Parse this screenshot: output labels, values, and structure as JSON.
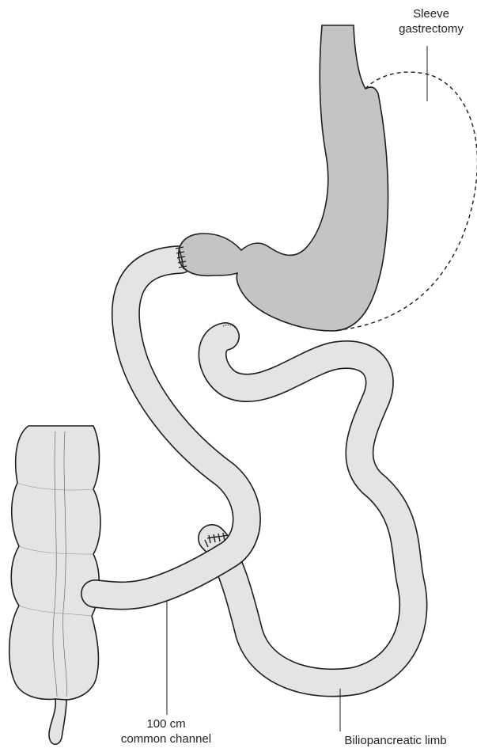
{
  "labels": {
    "sleeve_line1": "Sleeve",
    "sleeve_line2": "gastrectomy",
    "channel_line1": "100 cm",
    "channel_line2": "common channel",
    "limb": "Biliopancreatic limb"
  },
  "colors": {
    "stomach_fill": "#c4c4c4",
    "bowel_fill": "#e4e4e4",
    "outline": "#1e1e1e"
  }
}
